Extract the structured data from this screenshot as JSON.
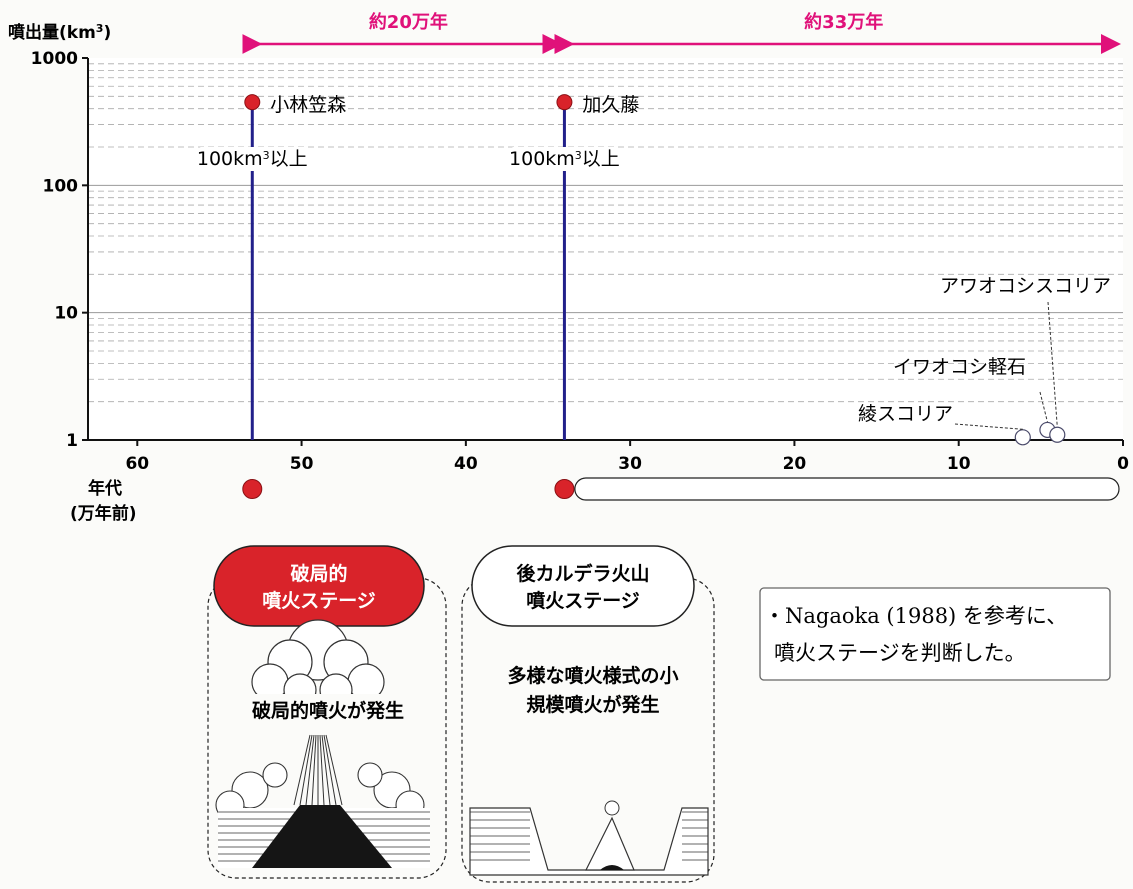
{
  "chart_data": {
    "type": "scatter",
    "ylabel_main": "噴出量(km",
    "ylabel_sup": "3",
    "ylabel_end": ")",
    "xlabel_lines": [
      "年代",
      "(万年前)"
    ],
    "y_scale": "log",
    "ylim": [
      1,
      1000
    ],
    "y_ticks": [
      1,
      10,
      100,
      1000
    ],
    "xlim": [
      63,
      0
    ],
    "x_ticks": [
      60,
      50,
      40,
      30,
      20,
      10,
      0
    ],
    "grid": true,
    "large_eruptions": [
      {
        "name": "小林笠森",
        "age": 53,
        "volume_label_pre": "100km",
        "volume_label_sup": "3",
        "volume_label_post": "以上",
        "marker_y": 450
      },
      {
        "name": "加久藤",
        "age": 34,
        "volume_label_pre": "100km",
        "volume_label_sup": "3",
        "volume_label_post": "以上",
        "marker_y": 450
      }
    ],
    "small_eruptions": [
      {
        "name": "綾スコリア",
        "age": 6.1,
        "volume": 1.05
      },
      {
        "name": "イワオコシ軽石",
        "age": 4.6,
        "volume": 1.2
      },
      {
        "name": "アワオコシスコリア",
        "age": 4.0,
        "volume": 1.1
      }
    ],
    "periods": [
      {
        "label": "約20万年",
        "from": 53,
        "to": 34
      },
      {
        "label": "約33万年",
        "from": 34,
        "to": 0
      }
    ],
    "timeline": [
      {
        "type": "dot",
        "age": 53
      },
      {
        "type": "dot",
        "age": 34
      },
      {
        "type": "bar",
        "from": 33,
        "to": 0
      }
    ],
    "colors": {
      "red": "#d9232a",
      "magenta": "#e0117a",
      "line": "#22208a"
    }
  },
  "stages": [
    {
      "title_lines": [
        "破局的",
        "噴火ステージ"
      ],
      "description_lines": [
        "破局的噴火が発生"
      ]
    },
    {
      "title_lines": [
        "後カルデラ火山",
        "噴火ステージ"
      ],
      "description_lines": [
        "多様な噴火様式の小",
        "規模噴火が発生"
      ]
    }
  ],
  "note_lines": [
    "・Nagaoka (1988) を参考に、",
    "噴火ステージを判断した。"
  ]
}
